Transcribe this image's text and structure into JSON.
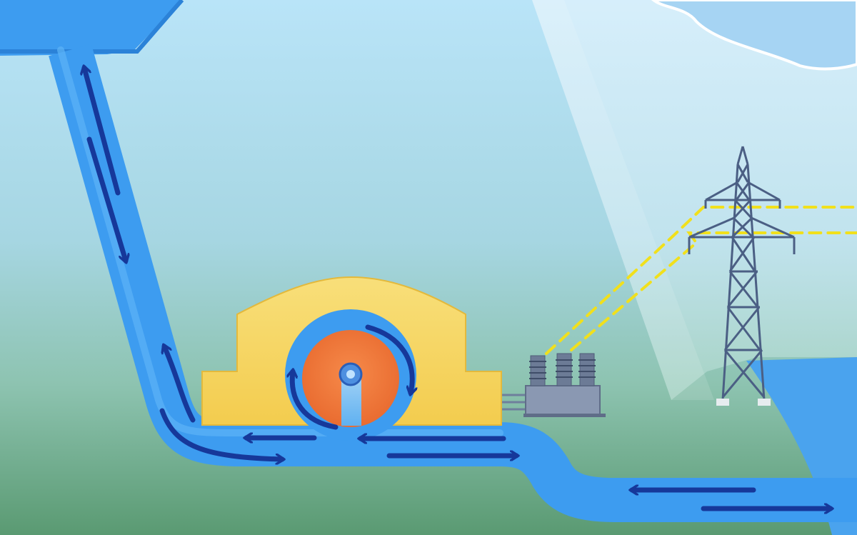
{
  "colors": {
    "sky_top": "#b9e4f8",
    "ground_mid": "#8dc3b0",
    "ground_bottom": "#5a9a72",
    "water": "#3d9cf0",
    "water_light": "#5cb3f6",
    "water_dark": "#2b82d8",
    "flow_arrow": "#16389a",
    "powerhouse": "#f6d35e",
    "turbine": "#f17a3a",
    "transformer": "#8a98b2",
    "pylon": "#4b5f84",
    "power_line": "#f1e01c"
  },
  "icons": [
    "upper-reservoir",
    "penstock-pipe",
    "pump-turbine",
    "transformer",
    "transmission-tower",
    "lower-reservoir",
    "flow-arrow"
  ]
}
